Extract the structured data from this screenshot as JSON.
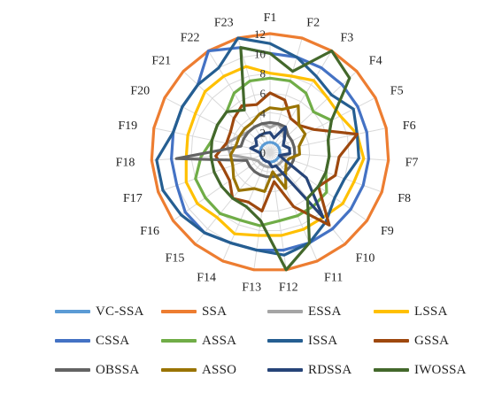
{
  "chart_data": {
    "type": "radar",
    "title": "",
    "axes": [
      "F1",
      "F2",
      "F3",
      "F4",
      "F5",
      "F6",
      "F7",
      "F8",
      "F9",
      "F10",
      "F11",
      "F12",
      "F13",
      "F14",
      "F15",
      "F16",
      "F17",
      "F18",
      "F19",
      "F20",
      "F21",
      "F22",
      "F23"
    ],
    "radial_ticks": [
      "0",
      "2",
      "4",
      "6",
      "8",
      "10",
      "12"
    ],
    "radial_range": [
      0,
      12
    ],
    "grid": true,
    "legend_position": "bottom",
    "series": [
      {
        "name": "VC-SSA",
        "color": "#5b9bd5",
        "values": [
          1,
          1,
          1,
          1,
          1,
          1,
          1,
          1,
          1,
          1,
          1,
          1,
          1,
          1,
          1,
          1,
          1,
          1,
          1,
          1,
          1,
          1,
          1
        ]
      },
      {
        "name": "SSA",
        "color": "#ed7d31",
        "values": [
          12,
          12,
          12,
          12,
          12,
          12,
          12,
          12,
          12,
          12,
          12,
          12,
          12,
          12,
          12,
          12,
          12,
          12,
          12,
          12,
          12,
          12,
          12
        ]
      },
      {
        "name": "ESSA",
        "color": "#a5a5a5",
        "values": [
          2.5,
          3,
          2.5,
          2,
          1.5,
          2,
          2,
          1.5,
          1.5,
          1.5,
          1.5,
          1.5,
          1.5,
          1.5,
          1.5,
          1.5,
          2,
          4,
          4.5,
          3.5,
          3,
          3,
          3
        ]
      },
      {
        "name": "LSSA",
        "color": "#ffc000",
        "values": [
          8,
          8,
          8.5,
          8,
          8,
          9,
          9.5,
          9,
          9,
          8.5,
          8.5,
          8.5,
          8.5,
          9,
          8.5,
          9,
          9,
          8.5,
          8.5,
          8.5,
          9,
          9,
          9
        ]
      },
      {
        "name": "CSSA",
        "color": "#4472c4",
        "values": [
          10,
          10,
          10,
          10,
          10,
          10,
          10,
          10,
          10,
          10,
          10,
          10,
          10,
          10,
          10.5,
          10.5,
          10,
          10,
          10,
          10,
          10,
          12,
          11
        ]
      },
      {
        "name": "ASSA",
        "color": "#70ad47",
        "values": [
          7.5,
          7.5,
          7,
          6,
          7,
          6,
          6,
          6,
          7,
          7,
          7,
          7,
          7.5,
          7.5,
          8,
          8,
          8,
          7,
          6,
          6,
          6,
          7,
          7.5
        ]
      },
      {
        "name": "ISSA",
        "color": "#255e91",
        "values": [
          11,
          10,
          9,
          8.5,
          9.5,
          9,
          9,
          8,
          8,
          9,
          10,
          10.5,
          10,
          10,
          10.5,
          11,
          11.5,
          11.5,
          10,
          10,
          10,
          10,
          12
        ]
      },
      {
        "name": "GSSA",
        "color": "#9e480e",
        "values": [
          6,
          5.5,
          4,
          4,
          5,
          9,
          7,
          7,
          6,
          9.5,
          6,
          3,
          6,
          5.5,
          6,
          5,
          5,
          5.5,
          4.5,
          4.5,
          5,
          5.5,
          5
        ]
      },
      {
        "name": "OBSSA",
        "color": "#636363",
        "values": [
          3,
          3,
          3,
          2.5,
          2.5,
          2.5,
          2.5,
          2.5,
          2.5,
          2.5,
          2.5,
          2.5,
          2.5,
          2.5,
          2.5,
          2.5,
          2.5,
          9.5,
          3,
          3,
          3,
          3,
          3
        ]
      },
      {
        "name": "ASSO",
        "color": "#997300",
        "values": [
          4.5,
          4.5,
          5.5,
          4,
          4,
          3,
          3,
          2,
          2,
          2.5,
          4,
          2,
          4,
          4,
          5,
          4.5,
          4,
          4,
          3.5,
          3.5,
          3.5,
          3.5,
          4
        ]
      },
      {
        "name": "RDSSA",
        "color": "#264478",
        "values": [
          2,
          1.5,
          3,
          2,
          1.5,
          2,
          2,
          1,
          4.5,
          8.5,
          1.5,
          1.5,
          1,
          1,
          1,
          1,
          1,
          1,
          2,
          1.5,
          2,
          2,
          2
        ]
      },
      {
        "name": "IWOSSA",
        "color": "#43682b",
        "values": [
          10,
          8.5,
          12,
          11,
          7,
          6,
          6,
          6,
          6,
          6,
          10,
          12,
          7,
          6,
          6,
          6,
          6,
          6,
          6,
          6,
          6,
          5,
          11
        ]
      }
    ]
  }
}
